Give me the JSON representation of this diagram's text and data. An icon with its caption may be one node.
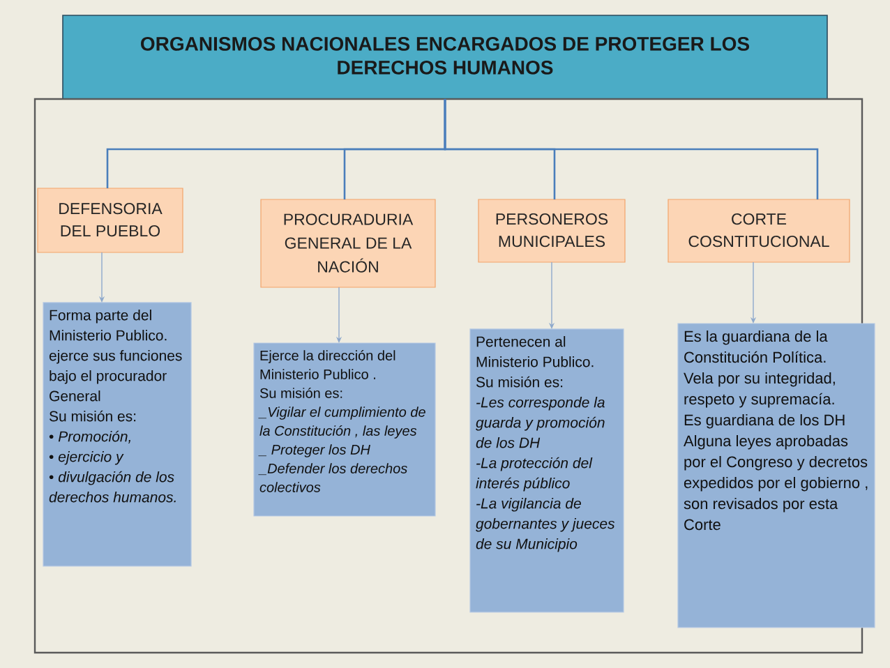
{
  "diagram": {
    "nodes": [
      {
        "text": [
          "ORGANISMOS NACIONALES ENCARGADOS DE PROTEGER LOS DERECHOS HUMANOS"
        ]
      },
      {
        "text": [],
        "shape": "box"
      },
      {
        "text": [
          "DEFENSORIA DEL PUEBLO"
        ],
        "in": 1
      },
      {
        "text": [
          "PROCURADURIA GENERAL DE LA NACIÓN"
        ],
        "in": 1
      },
      {
        "text": [
          "PERSONEROS MUNICIPALES"
        ],
        "in": 1
      },
      {
        "text": [
          "CORTE COSNTITUCIONAL"
        ],
        "in": 1
      },
      {
        "text": [
          "Forma parte del Ministerio Publico. ejerce sus funciones bajo el procurador General",
          "Su misión es:",
          "• *Promoción,*",
          "• *ejercicio y*",
          "• *divulgación de los derechos humanos.*"
        ],
        "in": 1
      },
      {
        "text": [
          "Ejerce la dirección del Ministerio Publico .",
          "Su misión es:",
          "_Vigilar el cumplimiento de la Constitución , las leyes",
          "_ Proteger los DH",
          "_Defender los derechos colectivos"
        ],
        "in": 1
      },
      {
        "text": [
          "Pertenecen al Ministerio Publico.",
          "Su misión es:",
          "-Les corresponde la guarda y promoción de los DH",
          "-La protección del interés público",
          "-La vigilancia de gobernantes y jueces de su Municipio"
        ],
        "in": 1
      },
      {
        "text": [
          "Es la guardiana de la Constitución Política.",
          "Vela por su integridad, respeto y supremacía.",
          "Es guardiana de los DH",
          "Alguna leyes aprobadas por el Congreso y decretos expedidos por el gobierno , son revisados por esta Corte"
        ]
      }
    ],
    "edges": [
      {
        "from": 0,
        "to": 2,
        "arrow": "none"
      },
      {
        "from": 0,
        "to": 3,
        "arrow": "none"
      },
      {
        "from": 0,
        "to": 4,
        "arrow": "none"
      },
      {
        "from": 0,
        "to": 5,
        "arrow": "none"
      },
      {
        "from": 2,
        "to": 6,
        "arrow": "to",
        "color": "#8ea9cc"
      },
      {
        "from": 3,
        "to": 7,
        "arrow": "to",
        "color": "#8ea9cc"
      },
      {
        "from": 4,
        "to": 8,
        "arrow": "to",
        "color": "#8ea9cc"
      },
      {
        "from": 5,
        "to": 9,
        "arrow": "to",
        "color": "#8ea9cc"
      }
    ]
  }
}
